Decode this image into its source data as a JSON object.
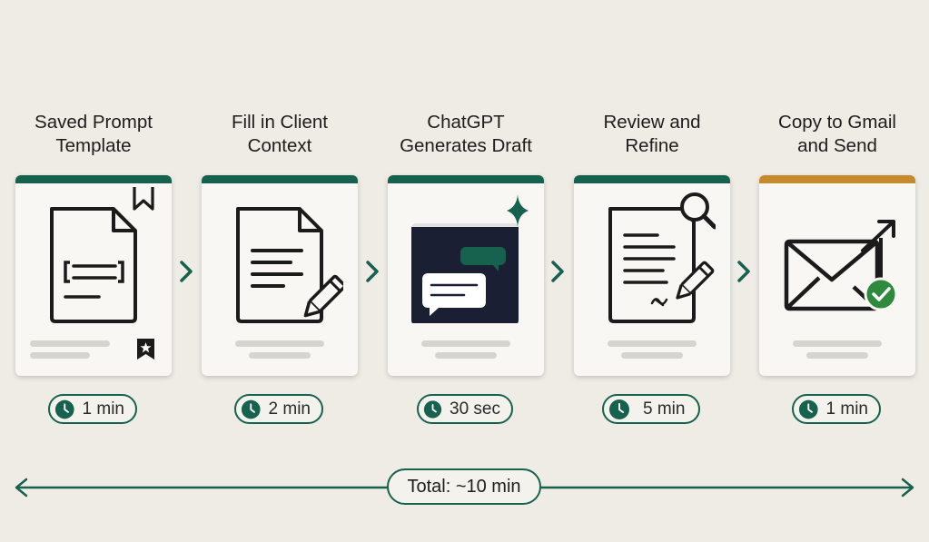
{
  "colors": {
    "background": "#efece6",
    "accent_green": "#17614f",
    "accent_gold": "#c58a2e",
    "card": "#f8f7f4",
    "dark_panel": "#1b1f33",
    "check_green": "#2e8b3e"
  },
  "steps": [
    {
      "title": "Saved Prompt\nTemplate",
      "time": "1 min",
      "icon": "document-bookmark-icon"
    },
    {
      "title": "Fill in Client\nContext",
      "time": "2 min",
      "icon": "document-pencil-icon"
    },
    {
      "title": "ChatGPT\nGenerates Draft",
      "time": "30 sec",
      "icon": "chat-window-sparkle-icon"
    },
    {
      "title": "Review and\nRefine",
      "time": "5 min",
      "icon": "document-magnifier-icon"
    },
    {
      "title": "Copy to Gmail\nand Send",
      "time": "1 min",
      "icon": "envelope-send-check-icon"
    }
  ],
  "total": "Total: ~10 min"
}
